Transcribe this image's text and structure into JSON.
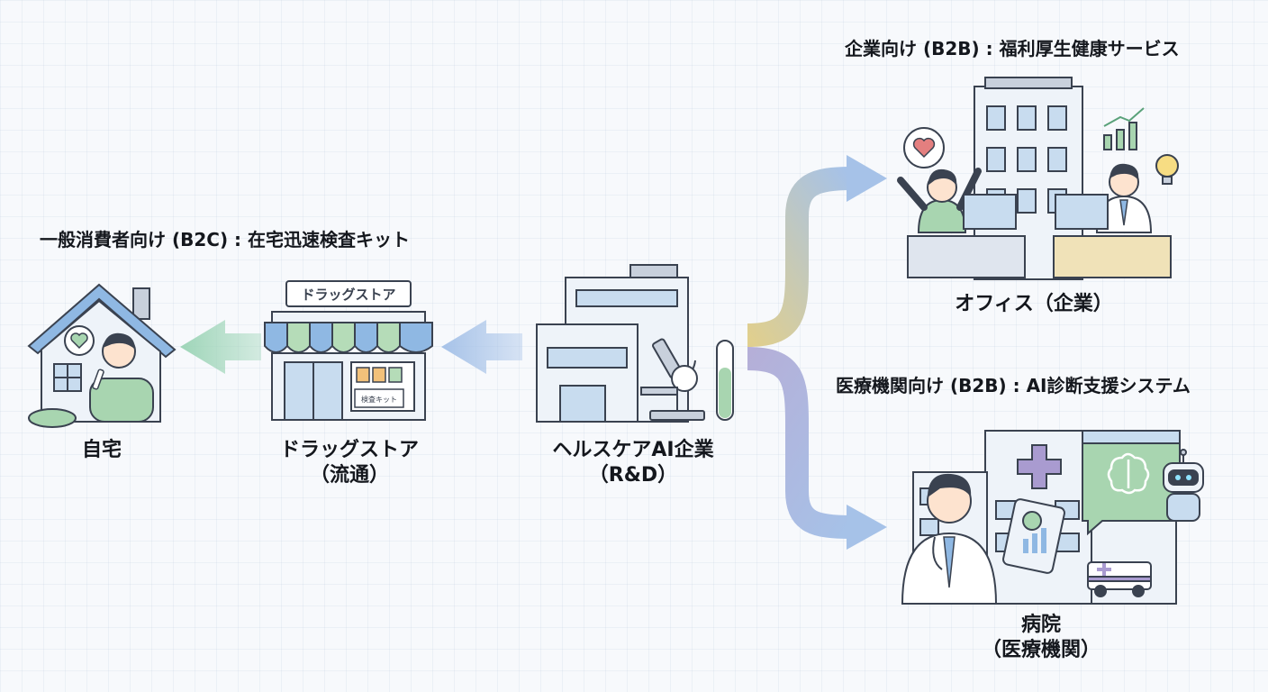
{
  "headings": {
    "b2c": "一般消費者向け (B2C) : 在宅迅速検査キット",
    "b2b_office": "企業向け (B2B) : 福利厚生健康サービス",
    "b2b_medical": "医療機関向け (B2B) : AI診断支援システム"
  },
  "nodes": {
    "home": {
      "label": "自宅"
    },
    "drugstore": {
      "label": "ドラッグストア",
      "sublabel": "（流通）",
      "sign": "ドラッグストア",
      "kit_label": "検査キット"
    },
    "company": {
      "label": "ヘルスケアAI企業",
      "sublabel": "（R&D）"
    },
    "office": {
      "label": "オフィス（企業）"
    },
    "hospital": {
      "label": "病院",
      "sublabel": "（医療機関）"
    }
  },
  "colors": {
    "outline": "#3a4250",
    "arrow_b2c": "#9ed5b8",
    "arrow_company": "#a6c2e8",
    "arrow_office": "#e0cf8e",
    "arrow_hospital": "#b5afd8",
    "window": "#c8dcef",
    "green_shirt": "#a8d5b0",
    "awning_blue": "#8fb8e3",
    "awning_green": "#b5dcb8",
    "hospital_cross": "#a99bd0",
    "heart": "#e47f7f"
  }
}
